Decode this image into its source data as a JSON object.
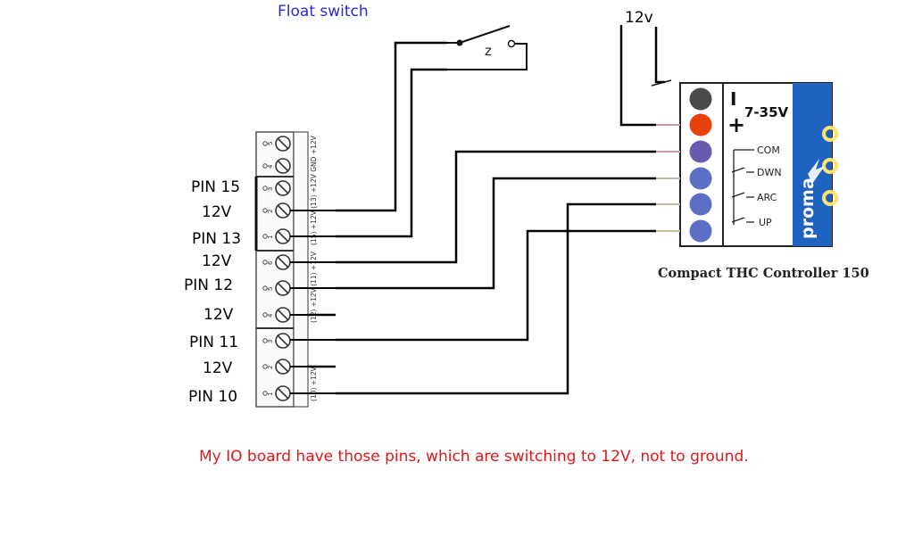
{
  "float_switch": {
    "title": "Float switch",
    "symbol": "z"
  },
  "supply": {
    "label": "12v"
  },
  "io_board": {
    "pin_labels": [
      "PIN 15",
      "12V",
      "PIN 13",
      "12V",
      "PIN 12",
      "12V",
      "PIN 11",
      "12V",
      "PIN 10"
    ],
    "upper_block_text": "(15)  +12V  (13)  +12V  GND  +12V",
    "middle_block_text": "(12)  +12V  (11)  +12V",
    "lower_block_text": "(10)  +12V"
  },
  "thc_controller": {
    "voltage": "7-35V",
    "minus": "I",
    "plus": "+",
    "outputs": [
      "COM",
      "DWN",
      "ARC",
      "UP"
    ],
    "brand": "proma",
    "caption": "Compact THC Controller 150",
    "colors": {
      "terminal_gray": "#4a4a4a",
      "terminal_red": "#e8420a",
      "terminal_purple": "#6b5bb0",
      "terminal_blue": "#5b6fc4",
      "panel_blue": "#1e63c0"
    }
  },
  "note": "My IO board have those pins, which are switching to 12V, not to ground."
}
